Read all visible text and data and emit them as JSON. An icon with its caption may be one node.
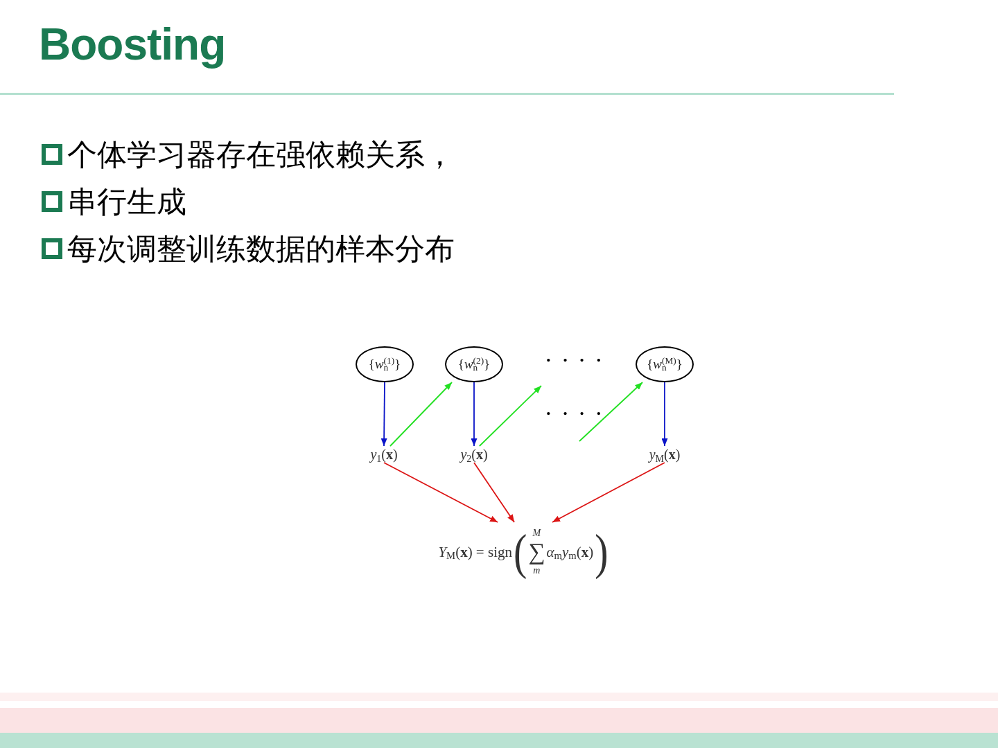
{
  "diagram": {
    "title": "Boosting",
    "nodes": [
      {
        "text": [
          "{*w*$_{n}$$^{(1)}$}"
        ]
      },
      {
        "text": [
          "{*w*$_{n}$$^{(2)}$}"
        ]
      },
      {
        "text": [
          "{*w*$_{n}$$^{(M)}$}"
        ]
      },
      {
        "text": [
          "*y*$_{1}$(**x**)"
        ]
      },
      {
        "text": [
          "*y*$_{2}$(**x**)"
        ]
      },
      {
        "text": [
          "*y*$_{M}$(**x**)"
        ]
      },
      {
        "text": [
          "*Y*$_{M}$(**x**) = sign",
          "(",
          "M",
          "∑",
          "m",
          "*α*$_{m}$*y*$_{m}$(**x**)",
          ")"
        ]
      }
    ],
    "edges": [
      {
        "from": 0,
        "to": 3,
        "arrow": "to",
        "color": "#0a14c8"
      },
      {
        "from": 1,
        "to": 4,
        "arrow": "to",
        "color": "#0a14c8"
      },
      {
        "from": 2,
        "to": 5,
        "arrow": "to",
        "color": "#0a14c8"
      },
      {
        "from": 3,
        "to": 1,
        "arrow": "to",
        "color": "#22e022"
      },
      {
        "from": 4,
        "to": null,
        "arrow": "to",
        "color": "#22e022"
      },
      {
        "from": null,
        "to": 2,
        "arrow": "to",
        "color": "#22e022"
      },
      {
        "from": 3,
        "to": 6,
        "arrow": "to",
        "color": "#dc1414"
      },
      {
        "from": 4,
        "to": 6,
        "arrow": "to",
        "color": "#dc1414"
      },
      {
        "from": 5,
        "to": 6,
        "arrow": "to",
        "color": "#dc1414"
      }
    ],
    "labels": [
      "个体学习器存在强依赖关系，",
      "串行生成",
      "每次调整训练数据的样本分布",
      "· · · ·",
      "· · · ·"
    ]
  }
}
